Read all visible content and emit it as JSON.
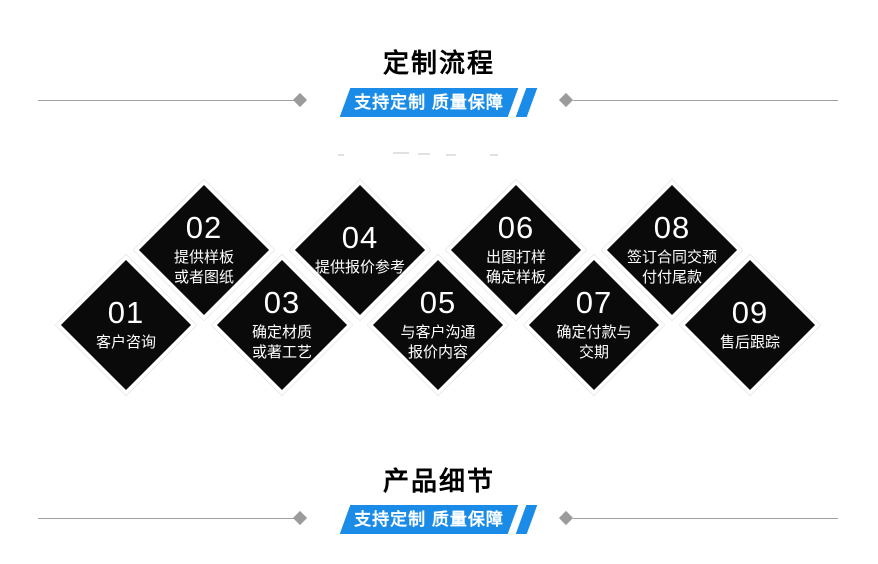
{
  "process_section": {
    "title": "定制流程",
    "banner_label": "支持定制 质量保障"
  },
  "details_section": {
    "title": "产品细节",
    "banner_label": "支持定制 质量保障"
  },
  "steps": [
    {
      "num": "01",
      "line1": "客户咨询",
      "line2": ""
    },
    {
      "num": "02",
      "line1": "提供样板",
      "line2": "或者图纸"
    },
    {
      "num": "03",
      "line1": "确定材质",
      "line2": "或著工艺"
    },
    {
      "num": "04",
      "line1": "提供报价参考",
      "line2": ""
    },
    {
      "num": "05",
      "line1": "与客户沟通",
      "line2": "报价内容"
    },
    {
      "num": "06",
      "line1": "出图打样",
      "line2": "确定样板"
    },
    {
      "num": "07",
      "line1": "确定付款与",
      "line2": "交期"
    },
    {
      "num": "08",
      "line1": "签订合同交预",
      "line2": "付付尾款"
    },
    {
      "num": "09",
      "line1": "售后跟踪",
      "line2": ""
    }
  ],
  "colors": {
    "banner_blue": "#1a8ce8",
    "diamond_black": "#0a0a0a",
    "line_gray": "#a0a0a0",
    "marker_gray": "#9b9b9b",
    "title_black": "#000000",
    "text_white": "#ffffff"
  }
}
